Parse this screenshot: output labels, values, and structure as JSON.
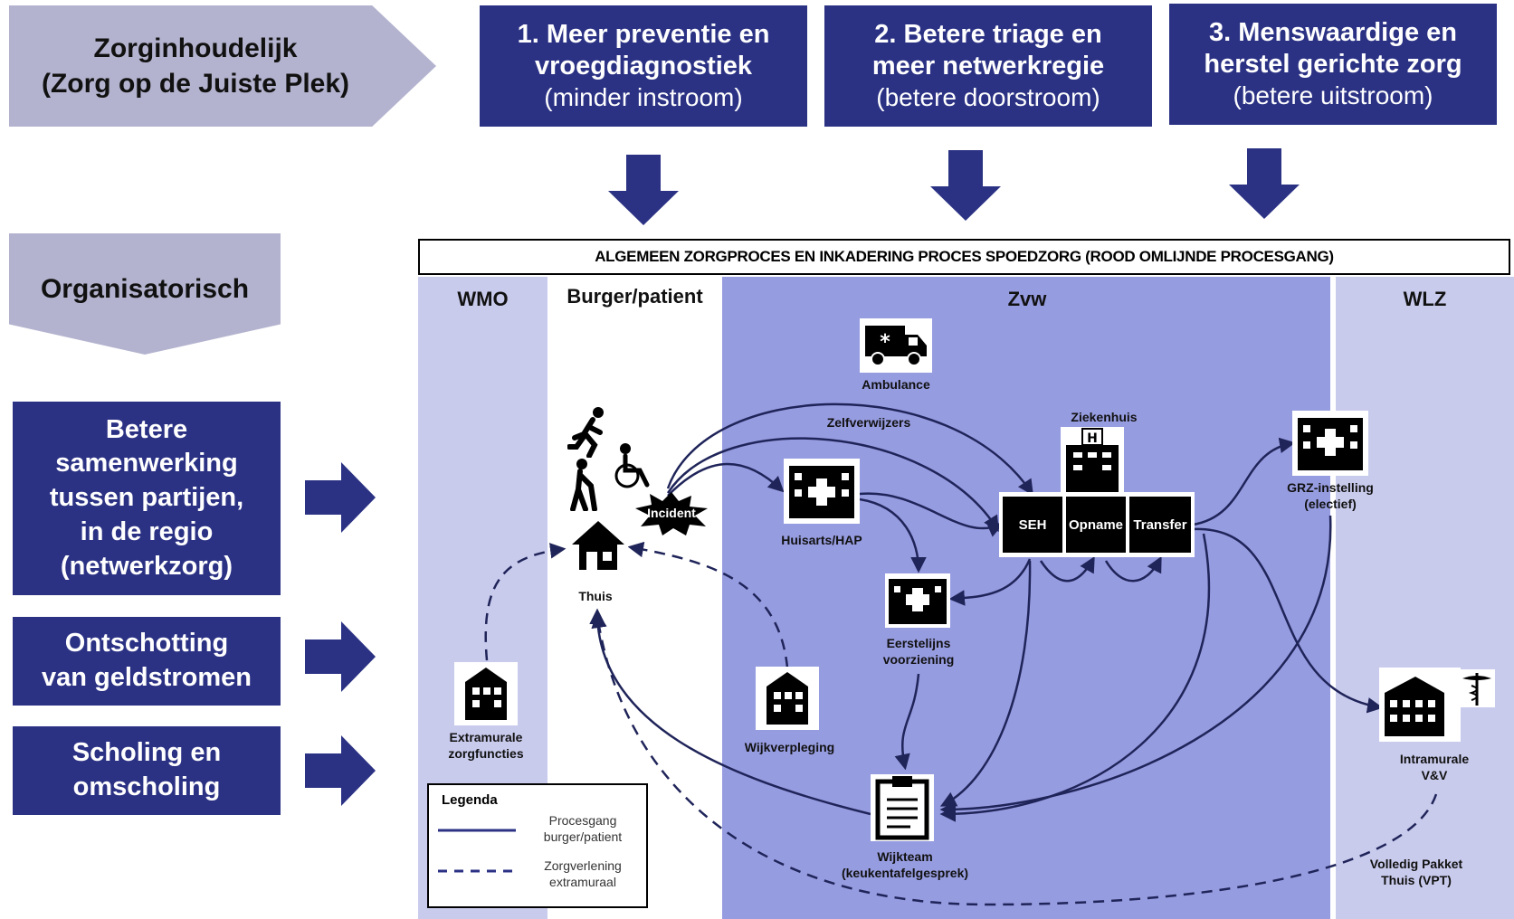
{
  "top": {
    "label": "Zorginhoudelijk\n(Zorg op de Juiste Plek)",
    "boxes": [
      {
        "bold": "1. Meer preventie en\nvroegdiagnostiek",
        "normal": "(minder instroom)"
      },
      {
        "bold": "2. Betere triage en\nmeer netwerkregie",
        "normal": "(betere doorstroom)"
      },
      {
        "bold": "3. Menswaardige en\nherstel gerichte zorg",
        "normal": "(betere uitstroom)"
      }
    ]
  },
  "left": {
    "organisatorisch": "Organisatorisch",
    "items": [
      "Betere\nsamenwerking\ntussen partijen,\nin de regio\n(netwerkzorg)",
      "Ontschotting\nvan geldstromen",
      "Scholing en\nomscholing"
    ]
  },
  "diagram": {
    "title": "ALGEMEEN ZORGPROCES EN INKADERING PROCES SPOEDZORG (ROOD OMLIJNDE PROCESGANG)",
    "columns": {
      "wmo": "WMO",
      "burger": "Burger/patient",
      "zvw": "Zvw",
      "wlz": "WLZ"
    },
    "nodes": {
      "ambulance": "Ambulance",
      "zelfverwijzers": "Zelfverwijzers",
      "ziekenhuis": "Ziekenhuis",
      "incident": "Incident",
      "thuis": "Thuis",
      "huisarts": "Huisarts/HAP",
      "seh": "SEH",
      "opname": "Opname",
      "transfer": "Transfer",
      "grz": "GRZ-instelling\n(electief)",
      "eerstelijns": "Eerstelijns\nvoorziening",
      "extramurale": "Extramurale\nzorgfuncties",
      "wijkverpleging": "Wijkverpleging",
      "wijkteam": "Wijkteam\n(keukentafelgesprek)",
      "intramurale": "Intramurale\nV&V",
      "vpt": "Volledig Pakket\nThuis (VPT)"
    },
    "legend": {
      "title": "Legenda",
      "solid": "Procesgang\nburger/patient",
      "dashed": "Zorgverlening\nextramuraal"
    }
  },
  "colors": {
    "navy": "#2b3284",
    "gray": "#b3b3cf",
    "wmo_bg": "#c9cbed",
    "zvw_bg": "#969ce0",
    "wlz_bg": "#c9cbed",
    "line": "#1f2459"
  }
}
